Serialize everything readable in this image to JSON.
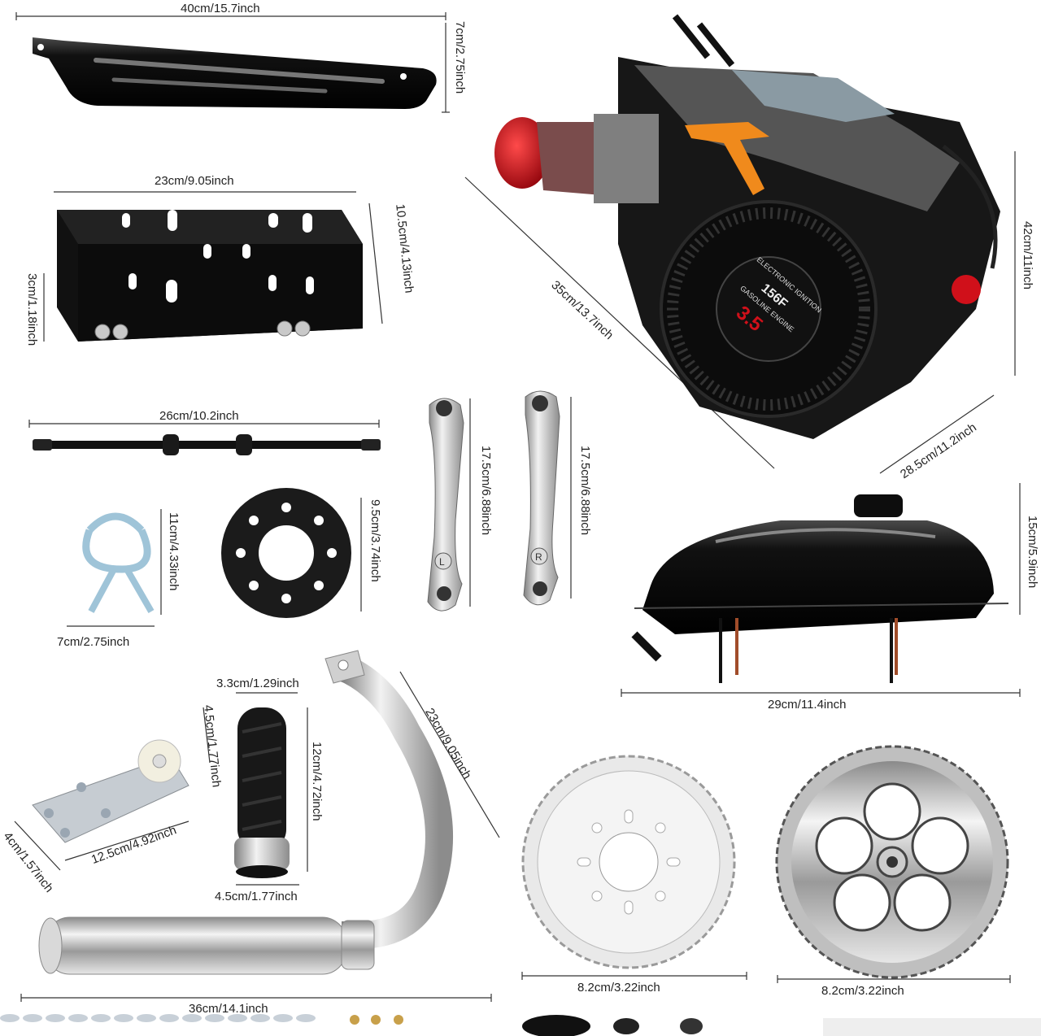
{
  "dimensions": {
    "side_cover_width": "40cm/15.7inch",
    "side_cover_height": "7cm/2.75inch",
    "mount_plate_width": "23cm/9.05inch",
    "mount_plate_length": "10.5cm/4.13inch",
    "mount_plate_height": "3cm/1.18inch",
    "shaft_length": "26cm/10.2inch",
    "clamp_height": "11cm/4.33inch",
    "clamp_width": "7cm/2.75inch",
    "gasket_diameter": "9.5cm/3.74inch",
    "crank_left_length": "17.5cm/6.88inch",
    "crank_right_length": "17.5cm/6.88inch",
    "engine_length": "35cm/13.7inch",
    "engine_height": "42cm/11inch",
    "engine_width": "28.5cm/11.2inch",
    "tank_height": "15cm/5.9inch",
    "tank_length": "29cm/11.4inch",
    "grip_top": "3.3cm/1.29inch",
    "grip_length": "12cm/4.72inch",
    "grip_bottom": "4.5cm/1.77inch",
    "tensioner_height": "4.5cm/1.77inch",
    "tensioner_length": "12.5cm/4.92inch",
    "tensioner_depth": "4cm/1.57inch",
    "exhaust_height": "23cm/9.05inch",
    "exhaust_length": "36cm/14.1inch",
    "sprocket_left": "8.2cm/3.22inch",
    "sprocket_right": "8.2cm/3.22inch"
  },
  "engine_cover": {
    "line1": "ELECTRONIC IGNITION",
    "line2": "156F",
    "line3": "GASOLINE ENGINE",
    "line4": "3.5"
  },
  "crank_marks": {
    "left": "L",
    "right": "R"
  },
  "colors": {
    "accent_red": "#d0101a",
    "pull_handle": "#f08a1c",
    "metal": "#c8c8c8"
  }
}
